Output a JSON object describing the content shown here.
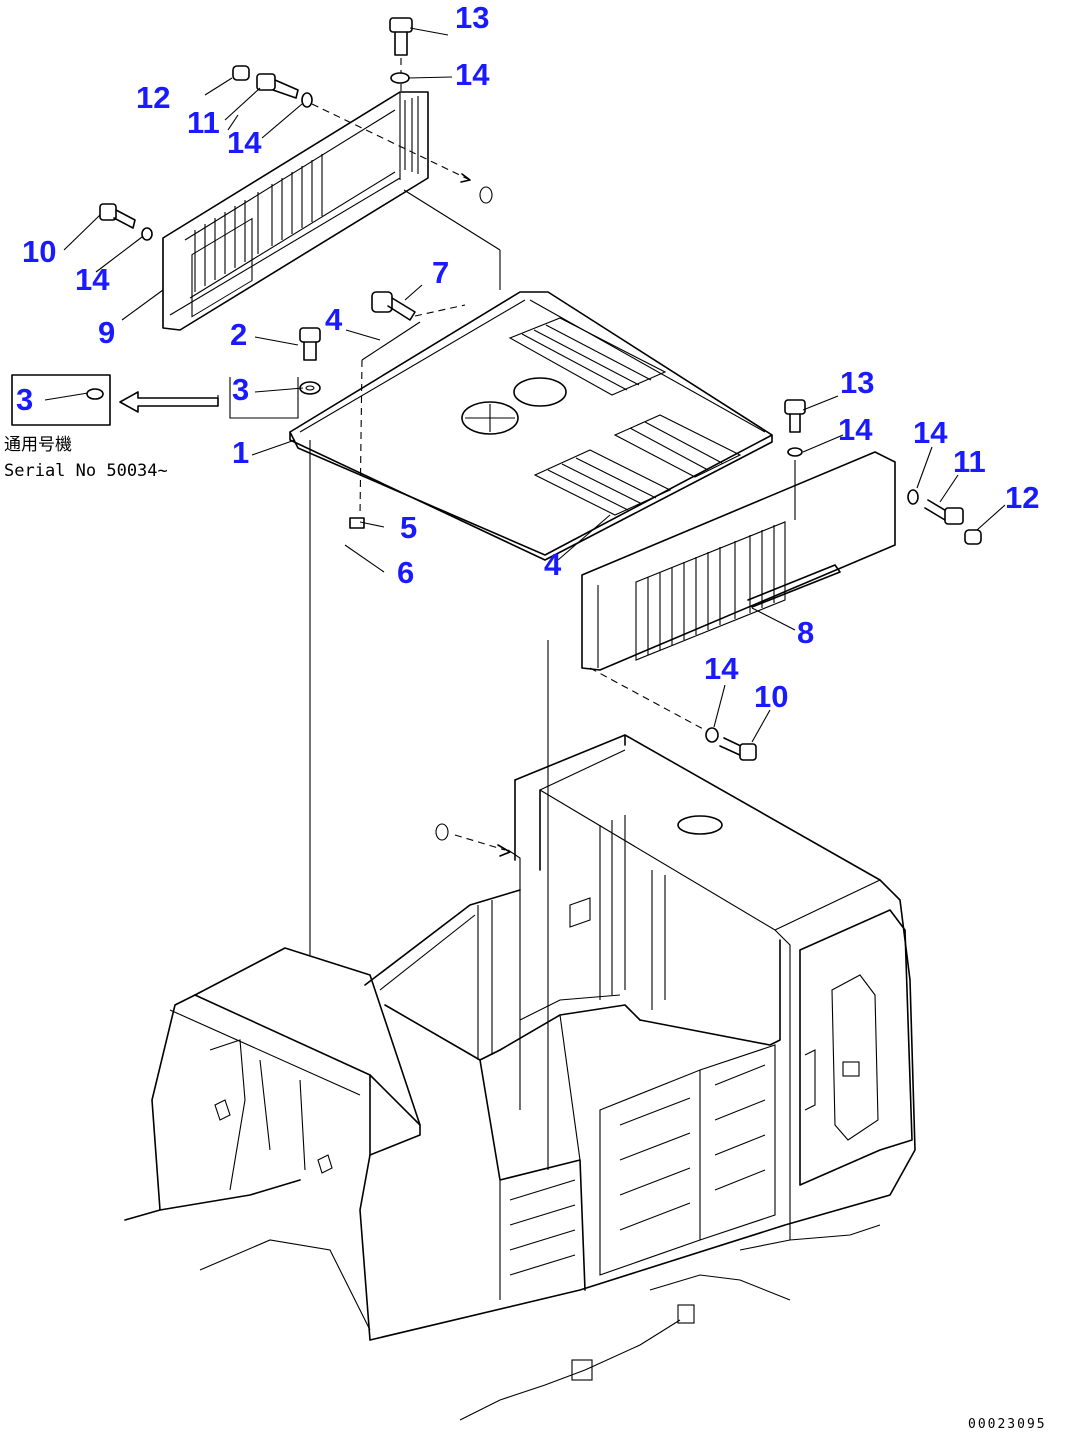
{
  "callouts": {
    "c1": "1",
    "c2": "2",
    "c3a": "3",
    "c3b": "3",
    "c4a": "4",
    "c4b": "4",
    "c5": "5",
    "c6": "6",
    "c7": "7",
    "c8": "8",
    "c9": "9",
    "c10a": "10",
    "c10b": "10",
    "c11a": "11",
    "c11b": "11",
    "c12a": "12",
    "c12b": "12",
    "c13a": "13",
    "c13b": "13",
    "c14a": "14",
    "c14b": "14",
    "c14c": "14",
    "c14d": "14",
    "c14e": "14",
    "c14f": "14"
  },
  "applicability": {
    "label_jp": "通用号機",
    "label_serial": "Serial No 50034~"
  },
  "drawing_number": "00023095"
}
